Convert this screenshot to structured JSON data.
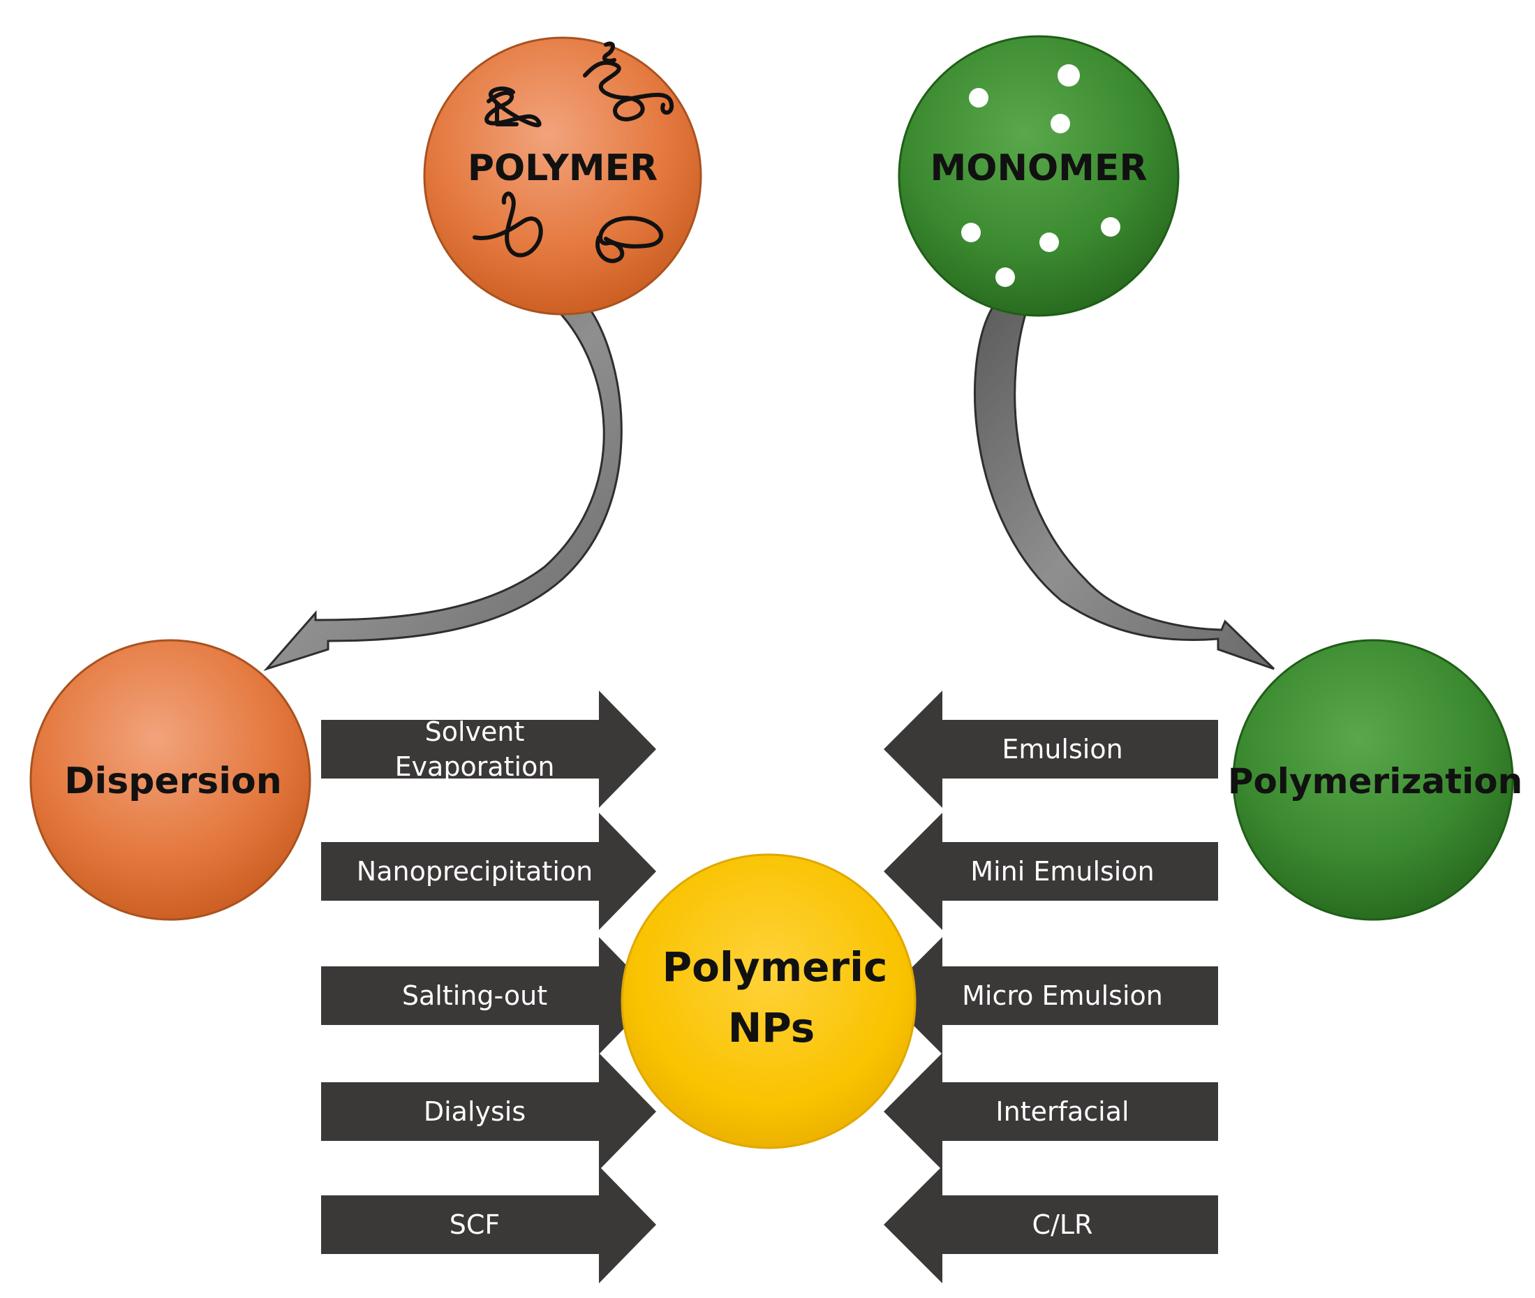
{
  "polymer": {
    "label": "POLYMER",
    "color": "#e27436"
  },
  "monomer": {
    "label": "MONOMER",
    "color": "#3e8a33"
  },
  "dispersion": {
    "label": "Dispersion",
    "color": "#e27436"
  },
  "polymerization": {
    "label": "Polymerization",
    "color": "#3e8a33"
  },
  "center": {
    "line1": "Polymeric",
    "line2": "NPs",
    "color": "#f8c000"
  },
  "arrow_color": "#3b3838",
  "connector_color": "#7b7b7b",
  "dispersion_methods": [
    {
      "line1": "Solvent",
      "line2": "Evaporation"
    },
    {
      "line1": "Nanoprecipitation"
    },
    {
      "line1": "Salting-out"
    },
    {
      "line1": "Dialysis"
    },
    {
      "line1": "SCF"
    }
  ],
  "polymerization_methods": [
    {
      "line1": "Emulsion"
    },
    {
      "line1": "Mini Emulsion"
    },
    {
      "line1": "Micro Emulsion"
    },
    {
      "line1": "Interfacial"
    },
    {
      "line1": "C/LR"
    }
  ]
}
